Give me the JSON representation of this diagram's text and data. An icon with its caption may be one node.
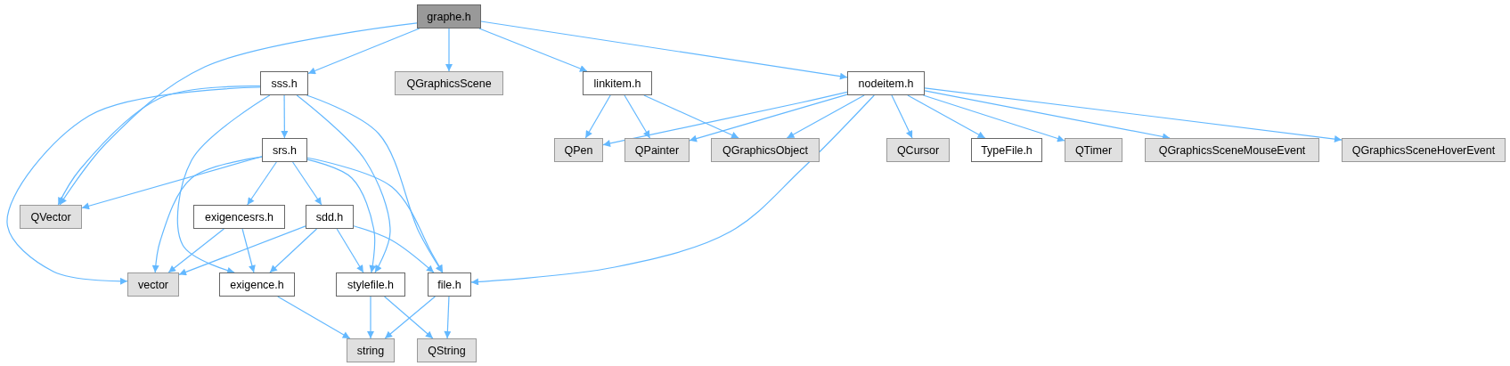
{
  "diagram": {
    "nodes": [
      {
        "text": [
          "graphe.h"
        ]
      },
      {
        "text": [
          "sss.h"
        ]
      },
      {
        "text": [
          "QGraphicsScene"
        ]
      },
      {
        "text": [
          "linkitem.h"
        ]
      },
      {
        "text": [
          "nodeitem.h"
        ]
      },
      {
        "text": [
          "srs.h"
        ]
      },
      {
        "text": [
          "QPen"
        ]
      },
      {
        "text": [
          "QPainter"
        ]
      },
      {
        "text": [
          "QGraphicsObject"
        ]
      },
      {
        "text": [
          "QCursor"
        ]
      },
      {
        "text": [
          "TypeFile.h"
        ]
      },
      {
        "text": [
          "QTimer"
        ]
      },
      {
        "text": [
          "QGraphicsSceneMouseEvent"
        ]
      },
      {
        "text": [
          "QGraphicsSceneHoverEvent"
        ]
      },
      {
        "text": [
          "QVector"
        ]
      },
      {
        "text": [
          "exigencesrs.h"
        ]
      },
      {
        "text": [
          "sdd.h"
        ]
      },
      {
        "text": [
          "vector"
        ]
      },
      {
        "text": [
          "exigence.h"
        ]
      },
      {
        "text": [
          "stylefile.h"
        ]
      },
      {
        "text": [
          "file.h"
        ]
      },
      {
        "text": [
          "string"
        ]
      },
      {
        "text": [
          "QString"
        ]
      }
    ],
    "edges": [
      {
        "from": 0,
        "to": 1,
        "arrow": "to"
      },
      {
        "from": 0,
        "to": 14,
        "arrow": "to"
      },
      {
        "from": 0,
        "to": 2,
        "arrow": "to"
      },
      {
        "from": 0,
        "to": 3,
        "arrow": "to"
      },
      {
        "from": 0,
        "to": 4,
        "arrow": "to"
      },
      {
        "from": 1,
        "to": 14,
        "arrow": "to"
      },
      {
        "from": 1,
        "to": 17,
        "arrow": "to"
      },
      {
        "from": 1,
        "to": 5,
        "arrow": "to"
      },
      {
        "from": 1,
        "to": 18,
        "arrow": "to"
      },
      {
        "from": 1,
        "to": 19,
        "arrow": "to"
      },
      {
        "from": 1,
        "to": 20,
        "arrow": "to"
      },
      {
        "from": 5,
        "to": 14,
        "arrow": "to"
      },
      {
        "from": 5,
        "to": 17,
        "arrow": "to"
      },
      {
        "from": 5,
        "to": 15,
        "arrow": "to"
      },
      {
        "from": 5,
        "to": 16,
        "arrow": "to"
      },
      {
        "from": 5,
        "to": 19,
        "arrow": "to"
      },
      {
        "from": 5,
        "to": 20,
        "arrow": "to"
      },
      {
        "from": 15,
        "to": 17,
        "arrow": "to"
      },
      {
        "from": 15,
        "to": 18,
        "arrow": "to"
      },
      {
        "from": 16,
        "to": 17,
        "arrow": "to"
      },
      {
        "from": 16,
        "to": 18,
        "arrow": "to"
      },
      {
        "from": 16,
        "to": 19,
        "arrow": "to"
      },
      {
        "from": 16,
        "to": 20,
        "arrow": "to"
      },
      {
        "from": 18,
        "to": 21,
        "arrow": "to"
      },
      {
        "from": 19,
        "to": 21,
        "arrow": "to"
      },
      {
        "from": 19,
        "to": 22,
        "arrow": "to"
      },
      {
        "from": 20,
        "to": 21,
        "arrow": "to"
      },
      {
        "from": 20,
        "to": 22,
        "arrow": "to"
      },
      {
        "from": 3,
        "to": 6,
        "arrow": "to"
      },
      {
        "from": 3,
        "to": 7,
        "arrow": "to"
      },
      {
        "from": 3,
        "to": 8,
        "arrow": "to"
      },
      {
        "from": 4,
        "to": 6,
        "arrow": "to"
      },
      {
        "from": 4,
        "to": 7,
        "arrow": "to"
      },
      {
        "from": 4,
        "to": 8,
        "arrow": "to"
      },
      {
        "from": 4,
        "to": 20,
        "arrow": "to"
      },
      {
        "from": 4,
        "to": 9,
        "arrow": "to"
      },
      {
        "from": 4,
        "to": 10,
        "arrow": "to"
      },
      {
        "from": 4,
        "to": 11,
        "arrow": "to"
      },
      {
        "from": 4,
        "to": 12,
        "arrow": "to"
      },
      {
        "from": 4,
        "to": 13,
        "arrow": "to"
      }
    ]
  }
}
